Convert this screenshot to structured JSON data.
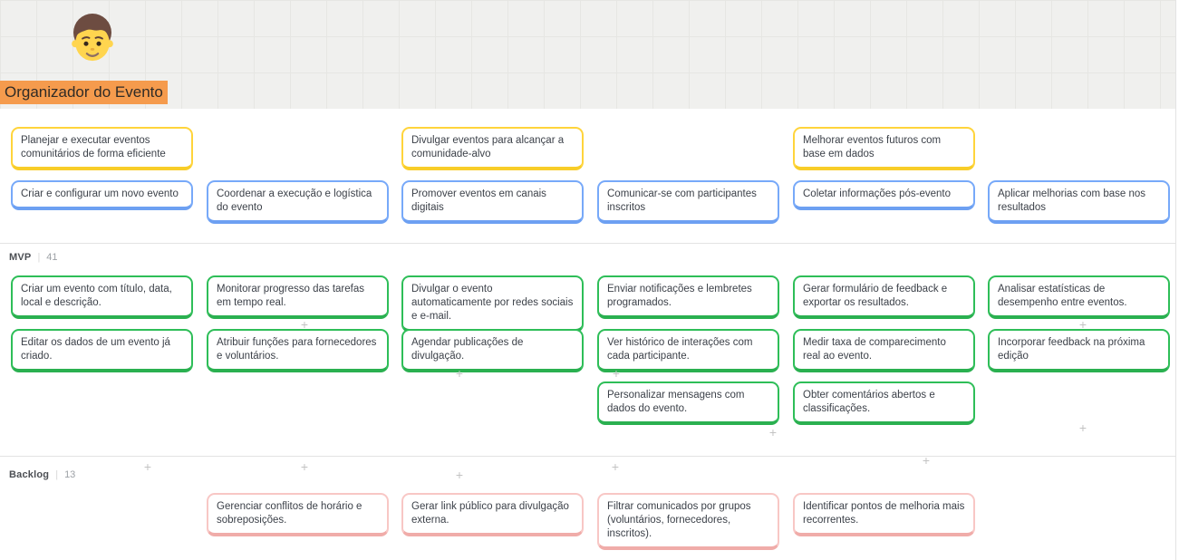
{
  "persona": {
    "name": "Organizador do Evento",
    "avatar_icon": "man-emoji"
  },
  "sections": {
    "mvp": {
      "title": "MVP",
      "count": "41"
    },
    "backlog": {
      "title": "Backlog",
      "count": "13"
    }
  },
  "separator": "|",
  "icons": {
    "add": "+"
  },
  "activities": [
    {
      "text": "Planejar e executar eventos comunitários de forma eficiente",
      "col": 0
    },
    {
      "text": "Divulgar eventos para alcançar a comunidade-alvo",
      "col": 2
    },
    {
      "text": "Melhorar eventos futuros com base em dados",
      "col": 4
    }
  ],
  "steps": [
    {
      "text": "Criar e configurar um novo evento",
      "col": 0
    },
    {
      "text": "Coordenar a execução e logística do evento",
      "col": 1
    },
    {
      "text": "Promover eventos em canais digitais",
      "col": 2
    },
    {
      "text": "Comunicar-se com participantes inscritos",
      "col": 3
    },
    {
      "text": "Coletar informações pós-evento",
      "col": 4
    },
    {
      "text": "Aplicar melhorias com base nos resultados",
      "col": 5
    }
  ],
  "mvp_cards": [
    {
      "text": "Criar um evento com título, data, local e descrição.",
      "col": 0,
      "row": 0
    },
    {
      "text": "Editar os dados de um evento já criado.",
      "col": 0,
      "row": 1
    },
    {
      "text": "Monitorar progresso das tarefas em tempo real.",
      "col": 1,
      "row": 0
    },
    {
      "text": "Atribuir funções para fornecedores e voluntários.",
      "col": 1,
      "row": 1
    },
    {
      "text": "Divulgar o evento automaticamente por redes sociais e e-mail.",
      "col": 2,
      "row": 0
    },
    {
      "text": "Agendar publicações de divulgação.",
      "col": 2,
      "row": 1
    },
    {
      "text": "Enviar notificações e lembretes programados.",
      "col": 3,
      "row": 0
    },
    {
      "text": "Ver histórico de interações com cada participante.",
      "col": 3,
      "row": 1
    },
    {
      "text": "Personalizar mensagens com dados do evento.",
      "col": 3,
      "row": 2
    },
    {
      "text": "Gerar formulário de feedback e exportar os resultados.",
      "col": 4,
      "row": 0
    },
    {
      "text": "Medir taxa de comparecimento real ao evento.",
      "col": 4,
      "row": 1
    },
    {
      "text": "Obter comentários abertos e classificações.",
      "col": 4,
      "row": 2
    },
    {
      "text": "Analisar estatísticas de desempenho entre eventos.",
      "col": 5,
      "row": 0
    },
    {
      "text": "Incorporar feedback na próxima edição",
      "col": 5,
      "row": 1
    }
  ],
  "backlog_cards": [
    {
      "text": "Gerenciar conflitos de horário e sobreposições.",
      "col": 1
    },
    {
      "text": "Gerar link público para divulgação externa.",
      "col": 2
    },
    {
      "text": "Filtrar comunicados por grupos (voluntários, fornecedores, inscritos).",
      "col": 3
    },
    {
      "text": "Identificar pontos de melhoria mais recorrentes.",
      "col": 4
    }
  ],
  "colors": {
    "canvas_bg": "#f0f0ee",
    "grid_line": "#e6e6e3",
    "divider": "#e3e3e3",
    "card_text": "#3c4149",
    "activity": "#ffd43b",
    "activity_b": "#f8cd28",
    "step": "#77a9f9",
    "step_b": "#6da0f2",
    "mvp": "#2ebe58",
    "mvp_b": "#2ab050",
    "backlog": "#f8c7c5",
    "backlog_b": "#f0aca9",
    "persona_bg": "#f59b4d",
    "label_text": "#2f2b26",
    "section_title": "#4c4f54",
    "section_count": "#9da1a6",
    "plus": "#c3c3c3"
  }
}
